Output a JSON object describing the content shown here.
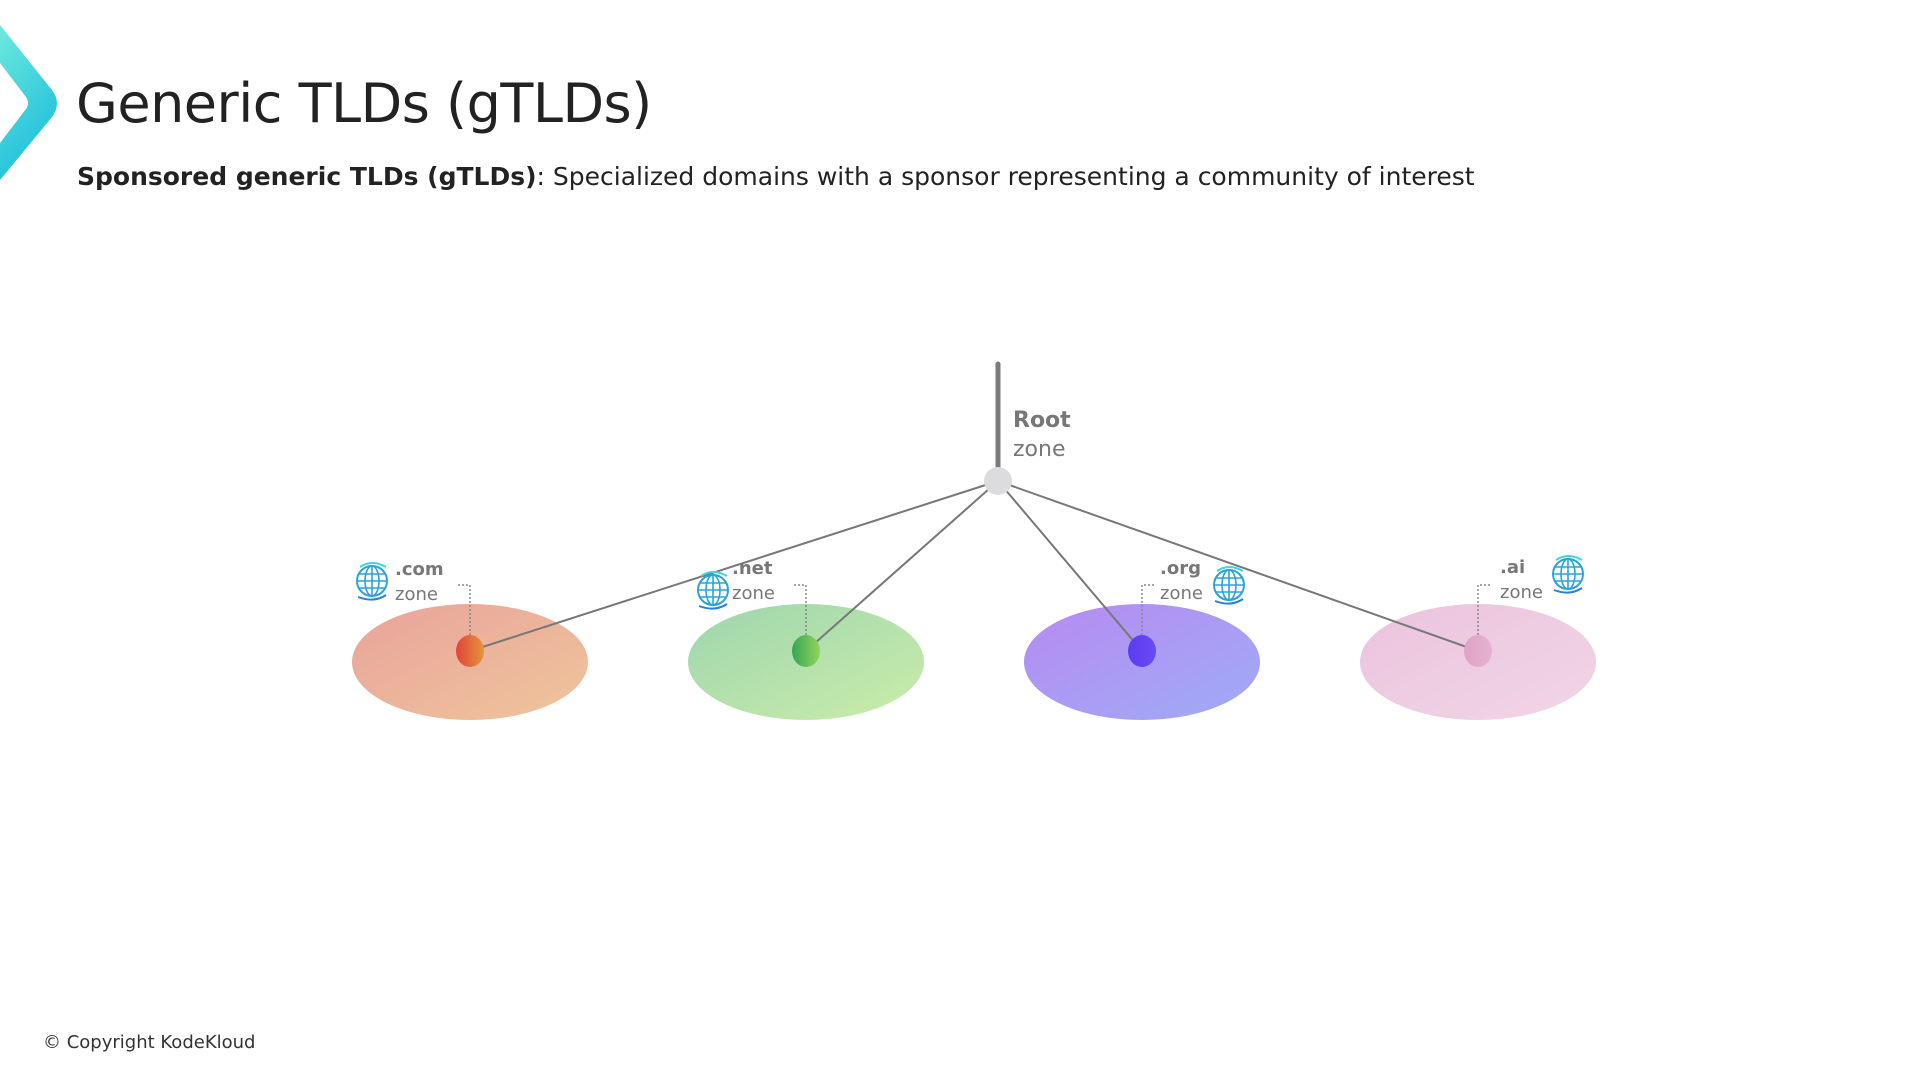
{
  "header": {
    "title": "Generic TLDs (gTLDs)",
    "subtitle_bold": "Sponsored generic TLDs (gTLDs)",
    "subtitle_rest": ": Specialized domains with a sponsor representing a community of interest"
  },
  "diagram": {
    "root": {
      "name": "Root",
      "sub": "zone"
    },
    "zones": [
      {
        "name": ".com",
        "sub": "zone",
        "icon": "globe-icon",
        "colors": [
          "#e9a39b",
          "#efc59b"
        ],
        "dot": [
          "#e0443a",
          "#e2953c"
        ]
      },
      {
        "name": ".net",
        "sub": "zone",
        "icon": "globe-icon",
        "colors": [
          "#9dd5ae",
          "#cbeda9"
        ],
        "dot": [
          "#36a556",
          "#92d65b"
        ]
      },
      {
        "name": ".org",
        "sub": "zone",
        "icon": "globe-icon",
        "colors": [
          "#b78af2",
          "#9eacf5"
        ],
        "dot": [
          "#5a3cef",
          "#6a4af5"
        ]
      },
      {
        "name": ".ai",
        "sub": "zone",
        "icon": "globe-icon",
        "colors": [
          "#ebc3de",
          "#f1d6e5"
        ],
        "dot": [
          "#dea2c6",
          "#e6b2d0"
        ]
      }
    ]
  },
  "footer": {
    "copyright": "© Copyright KodeKloud"
  }
}
